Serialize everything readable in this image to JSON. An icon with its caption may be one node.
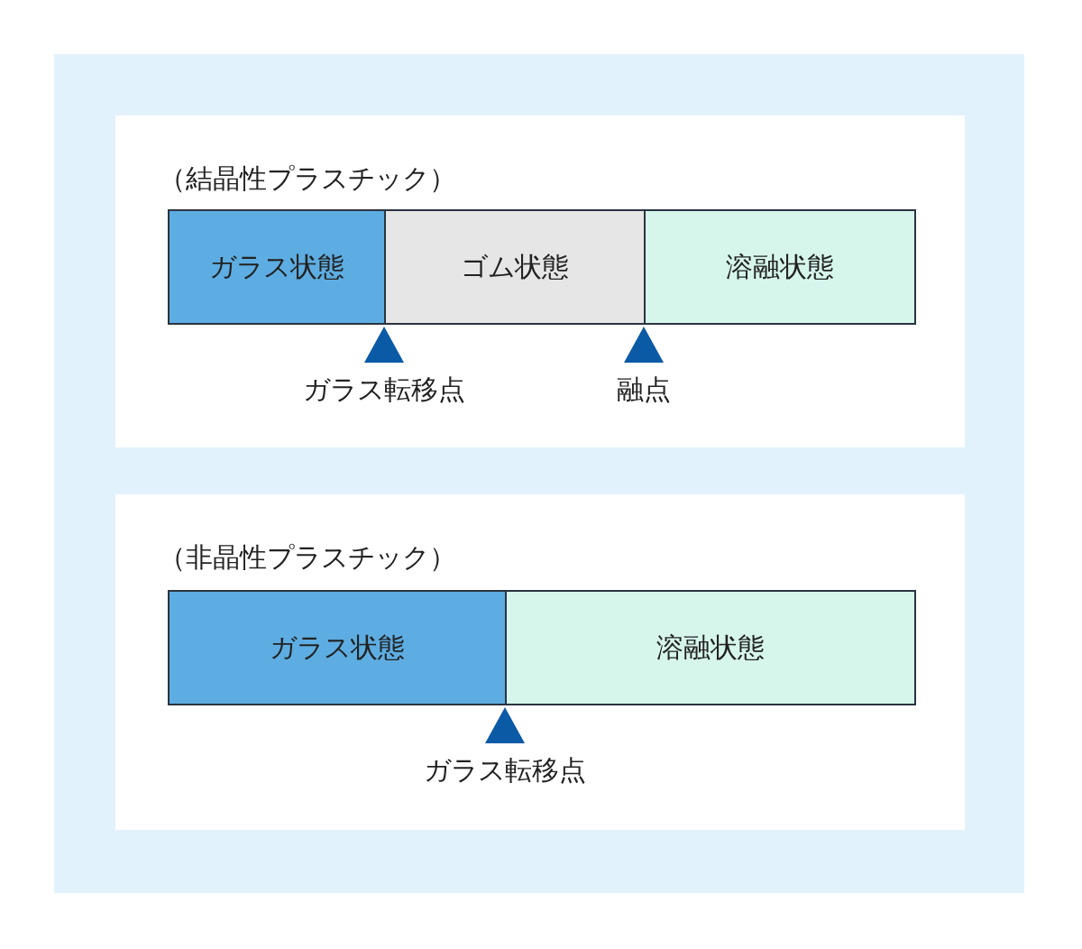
{
  "diagram": {
    "nodes": [
      {
        "text": [],
        "shape": "box"
      },
      {
        "text": [
          "（結晶性プラスチック）"
        ],
        "in": 0
      },
      {
        "text": [
          "ガラス状態"
        ],
        "in": 1
      },
      {
        "text": [
          "ゴム状態"
        ],
        "in": 1
      },
      {
        "text": [
          "溶融状態"
        ],
        "in": 1
      },
      {
        "text": [
          "ガラス転移点"
        ],
        "in": 1
      },
      {
        "text": [
          "融点"
        ],
        "in": 1
      },
      {
        "text": [
          "（非晶性プラスチック）"
        ],
        "in": 0
      },
      {
        "text": [
          "ガラス状態"
        ],
        "in": 7
      },
      {
        "text": [
          "溶融状態"
        ],
        "in": 7
      },
      {
        "text": [
          "ガラス転移点"
        ],
        "in": 7
      }
    ]
  }
}
